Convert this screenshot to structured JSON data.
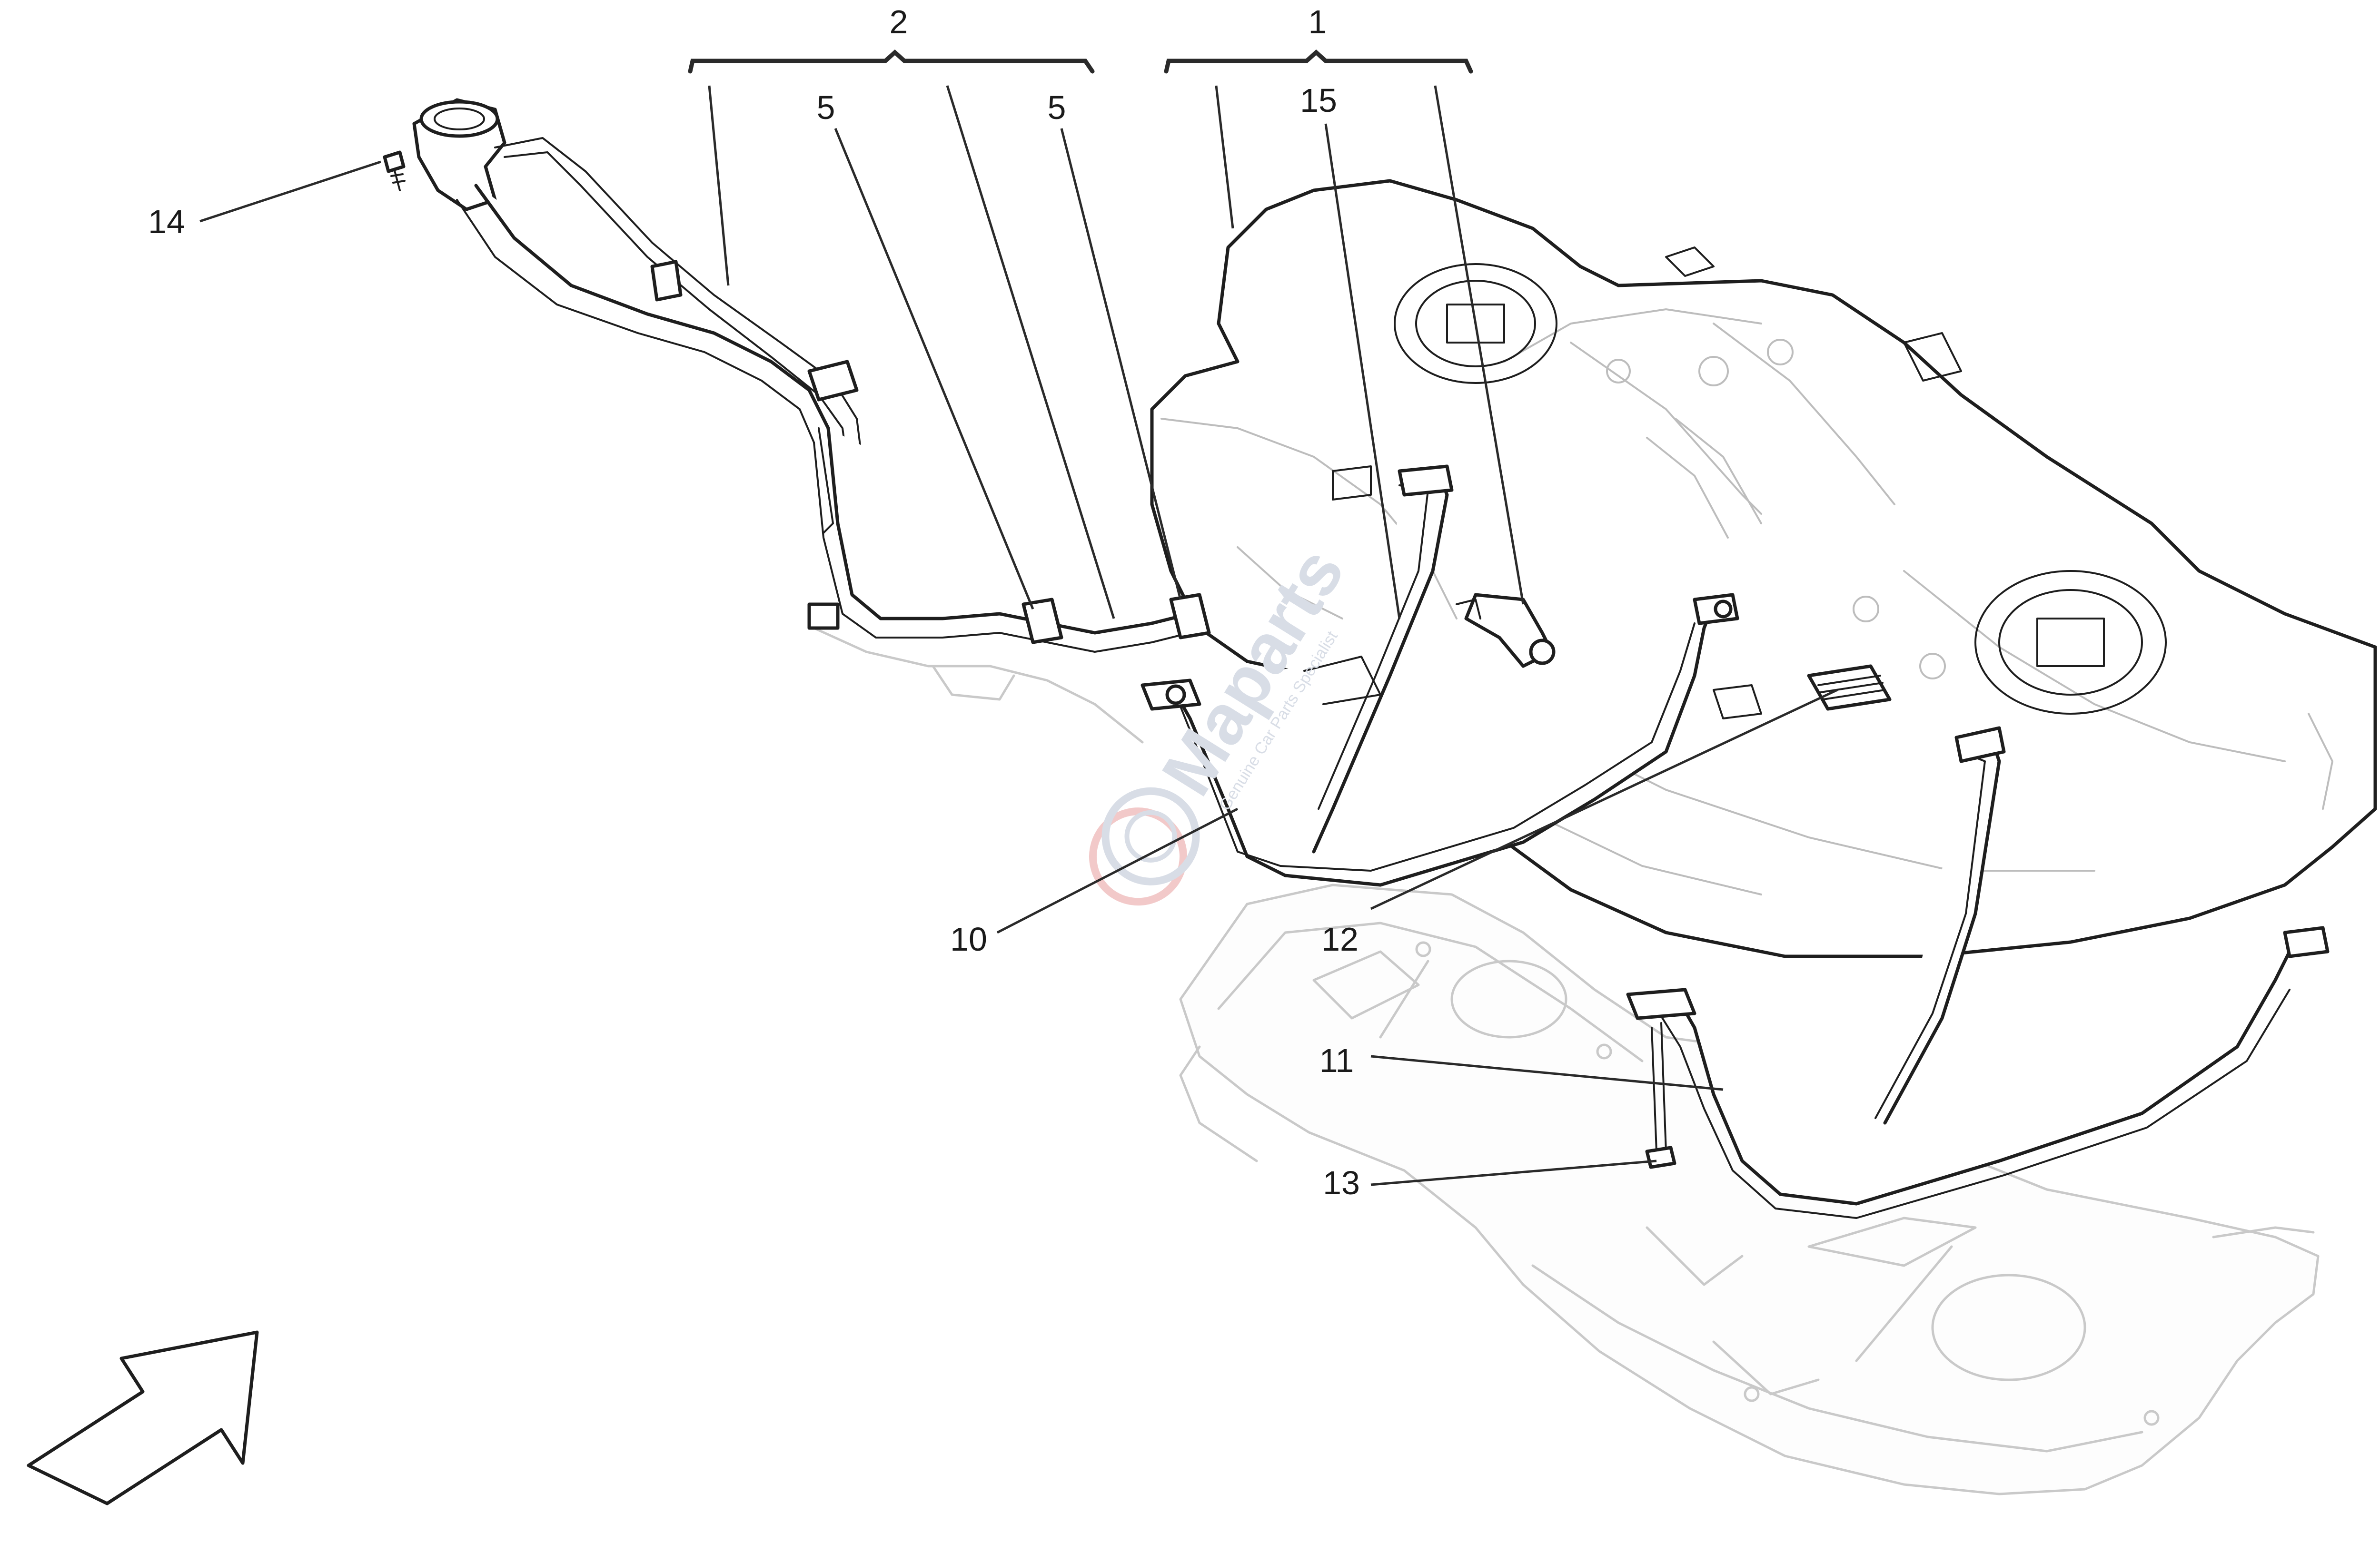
{
  "diagram": {
    "callouts": [
      {
        "id": "c2",
        "label": "2"
      },
      {
        "id": "c1",
        "label": "1"
      },
      {
        "id": "c5a",
        "label": "5"
      },
      {
        "id": "c5b",
        "label": "5"
      },
      {
        "id": "c15",
        "label": "15"
      },
      {
        "id": "c14",
        "label": "14"
      },
      {
        "id": "c10",
        "label": "10"
      },
      {
        "id": "c12",
        "label": "12"
      },
      {
        "id": "c11",
        "label": "11"
      },
      {
        "id": "c13",
        "label": "13"
      }
    ],
    "watermark": {
      "brand": "Maparts",
      "tagline": "Genuine Car Parts Specialist"
    }
  }
}
